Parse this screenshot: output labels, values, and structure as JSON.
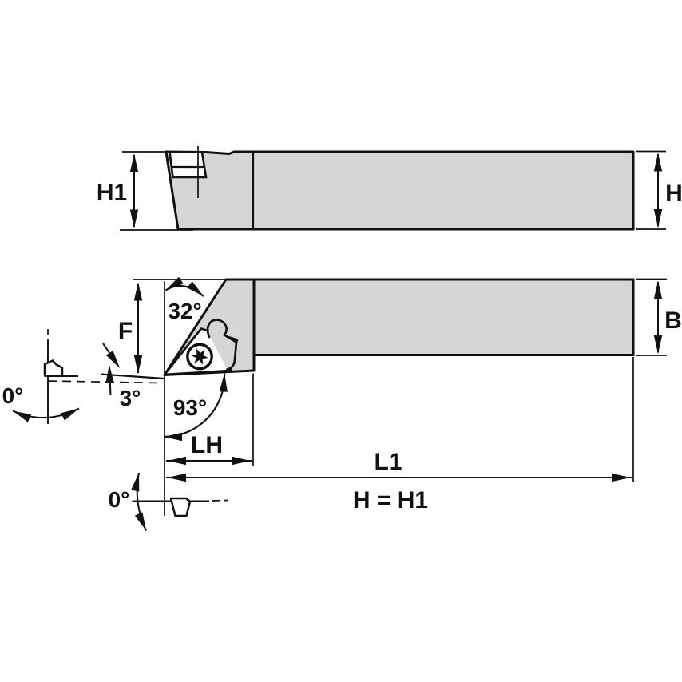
{
  "drawing": {
    "type": "technical-dimension-drawing",
    "subject": "lathe-turning-toolholder-with-diamond-insert",
    "side_view": {
      "labels": {
        "h1": "H1",
        "h": "H"
      }
    },
    "plan_view": {
      "labels": {
        "b": "B",
        "f": "F",
        "lh": "LH",
        "l1": "L1",
        "shoulder_angle": "32°",
        "end_cutting_edge_angle": "3°",
        "lead_angle": "93°",
        "side_clearance_angle": "0°",
        "front_clearance_angle": "0°",
        "note": "H = H1"
      }
    },
    "colors": {
      "body": "#d6d6d6",
      "line": "#111111",
      "background": "#ffffff"
    }
  }
}
